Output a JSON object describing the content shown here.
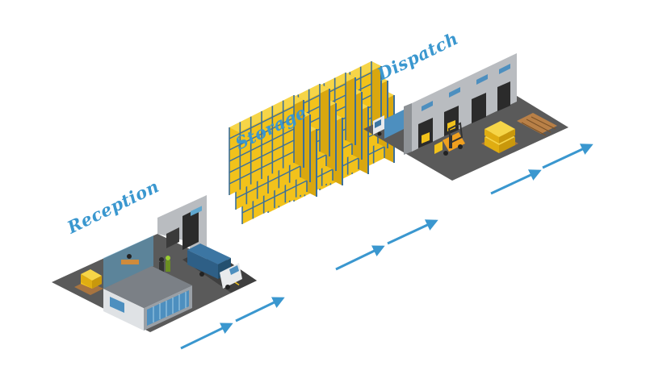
{
  "labels": {
    "reception": "Reception",
    "storage": "Storage",
    "dispatch": "Dispatch"
  },
  "colors": {
    "label": "#3a97cf",
    "arrow": "#3a97cf",
    "floor": "#5a5a5a",
    "floor_dark": "#3f3f3f",
    "wall": "#b9bcc0",
    "wall_dark": "#8e9296",
    "rack_yellow": "#f2c21b",
    "rack_blue": "#3b6f9b",
    "glass": "#5fa7cf",
    "truck": "#2e5f86"
  },
  "icons": {
    "flow_arrow": "arrow-right-icon",
    "forklift": "forklift-icon",
    "truck": "truck-icon",
    "pallet": "pallet-icon",
    "worker": "worker-icon"
  }
}
